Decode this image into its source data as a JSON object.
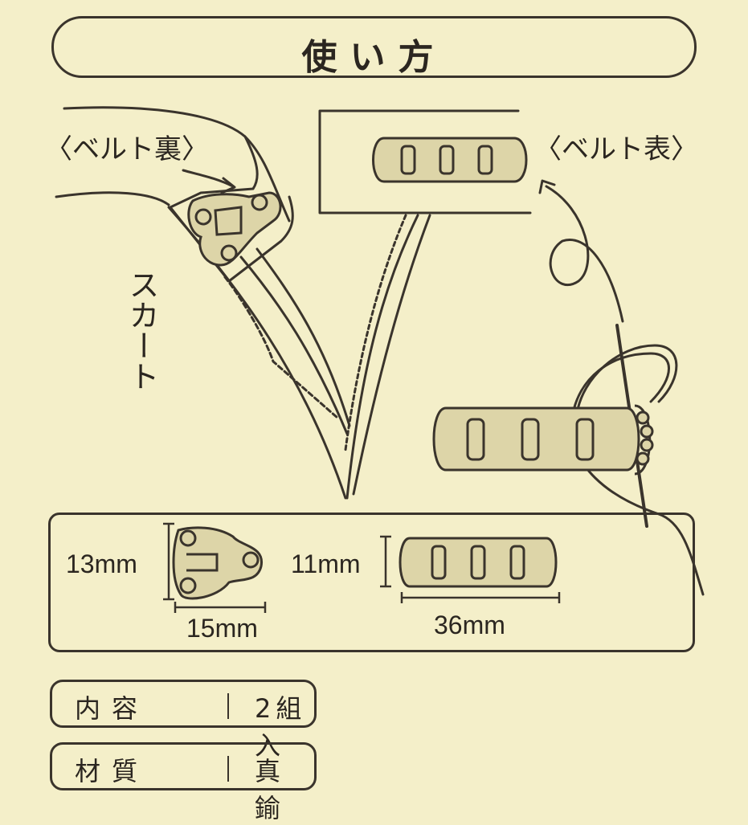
{
  "title": "使い方",
  "labels": {
    "belt_back": "〈ベルト裏〉",
    "belt_front": "〈ベルト表〉",
    "skirt": "スカート"
  },
  "dimensions": {
    "hook_height": "13mm",
    "hook_width": "15mm",
    "bar_height": "11mm",
    "bar_width": "36mm"
  },
  "info": {
    "contents_key": "内容",
    "contents_val": "2組入",
    "material_key": "材質",
    "material_val": "真鍮"
  },
  "colors": {
    "background": "#f4efc9",
    "line": "#3a342c",
    "metal_fill": "#ddd5a8"
  }
}
